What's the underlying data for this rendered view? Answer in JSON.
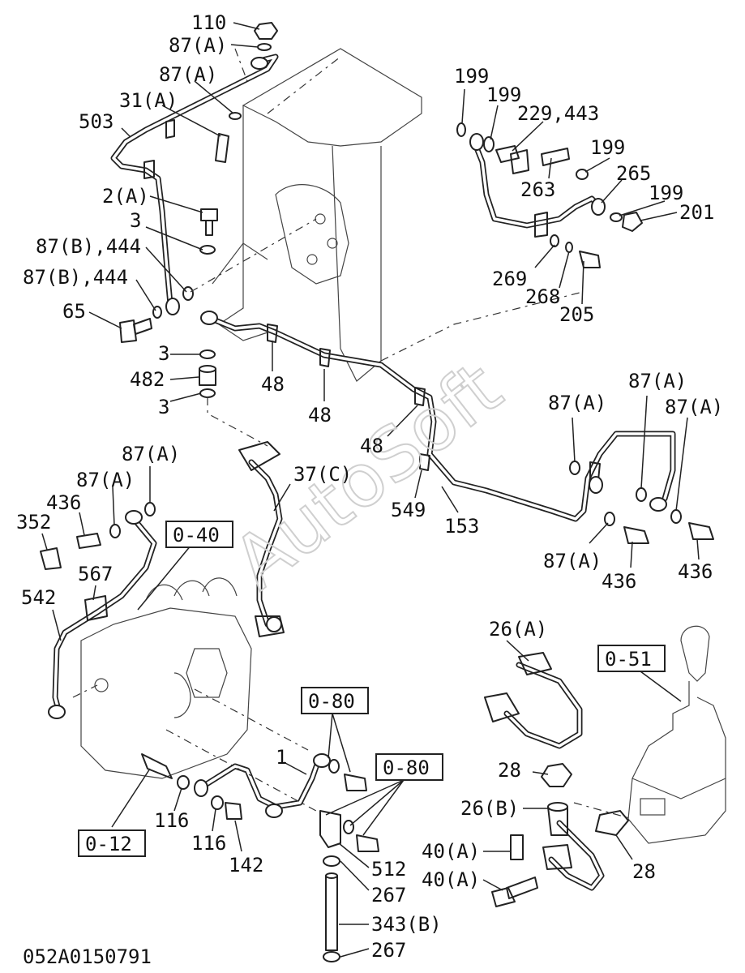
{
  "watermark": "AutoSoft",
  "drawing_number": "052A0150791",
  "callouts": [
    "110",
    "87(A)",
    "87(A)",
    "31(A)",
    "503",
    "2(A)",
    "3",
    "87(B),444",
    "87(B),444",
    "65",
    "3",
    "482",
    "3",
    "48",
    "48",
    "48",
    "199",
    "199",
    "229,443",
    "199",
    "263",
    "265",
    "199",
    "201",
    "269",
    "268",
    "205",
    "87(A)",
    "87(A)",
    "87(A)",
    "37(C)",
    "549",
    "153",
    "87(A)",
    "436",
    "436",
    "87(A)",
    "87(A)",
    "436",
    "352",
    "567",
    "542",
    "26(A)",
    "1",
    "28",
    "26(B)",
    "40(A)",
    "40(A)",
    "116",
    "116",
    "142",
    "512",
    "267",
    "343(B)",
    "267",
    "28"
  ],
  "reference_boxes": [
    "0-40",
    "0-51",
    "0-80",
    "0-80",
    "0-12"
  ]
}
